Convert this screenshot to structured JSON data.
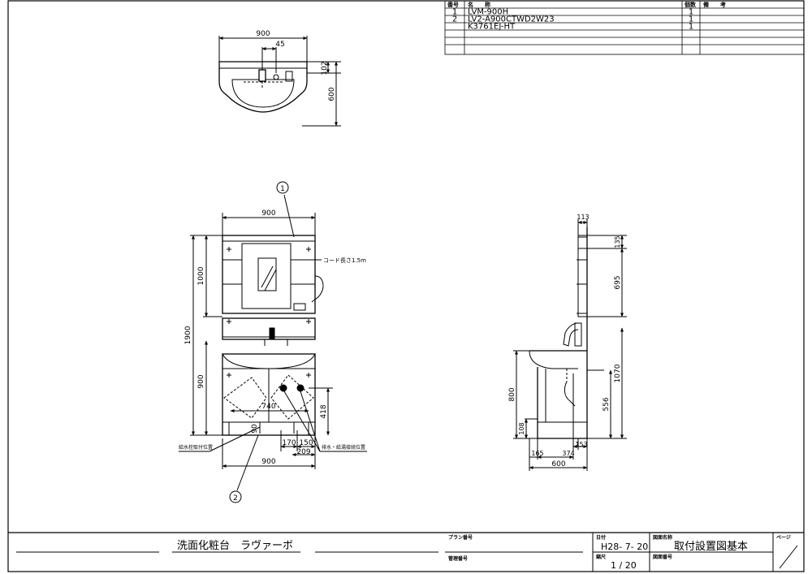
{
  "parts_table": {
    "headers": {
      "no": "番号",
      "name": "名　　称",
      "qty": "個数",
      "remarks": "備　　考"
    },
    "rows": [
      {
        "no": "1",
        "name": "LVM-900H",
        "qty": "1"
      },
      {
        "no": "2",
        "name": "LV2-A900CTWD2W23",
        "qty": "1"
      },
      {
        "no": "",
        "name": "K3761EJ-HT",
        "qty": "1"
      }
    ]
  },
  "top_view": {
    "dims": [
      "900",
      "45",
      "102",
      "600"
    ]
  },
  "front_view": {
    "callouts": [
      "1",
      "2"
    ],
    "dims": {
      "top_width": "900",
      "bottom_width": "900",
      "height_total": "1900",
      "mirror_height": "1000",
      "base_height": "900",
      "drawer_width": "740",
      "drain_height": "418",
      "floor_gap": "90",
      "d170": "170",
      "d150": "150",
      "d209": "209"
    },
    "labels": {
      "cord": "コード長さ1.5m",
      "left_note": "給水栓取付位置",
      "right_note": "排水・給湯接続位置"
    }
  },
  "side_view": {
    "dims": {
      "d113": "113",
      "d135": "135",
      "d695": "695",
      "d1070": "1070",
      "d800": "800",
      "d556": "556",
      "d108": "108",
      "d153": "153",
      "d165": "165",
      "d374": "374",
      "d600": "600"
    }
  },
  "title_block": {
    "product": "洗面化粧台　ラヴァーボ",
    "plan_no_label": "プラン番号",
    "mgmt_no_label": "管理番号",
    "date_label": "日付",
    "date": "H28-  7- 20",
    "scale_label": "縮尺",
    "scale": "1 / 20",
    "drawing_name_label": "図面名称",
    "drawing_name": "取付設置図基本",
    "drawing_no_label": "図面番号",
    "page_label": "ページ"
  }
}
